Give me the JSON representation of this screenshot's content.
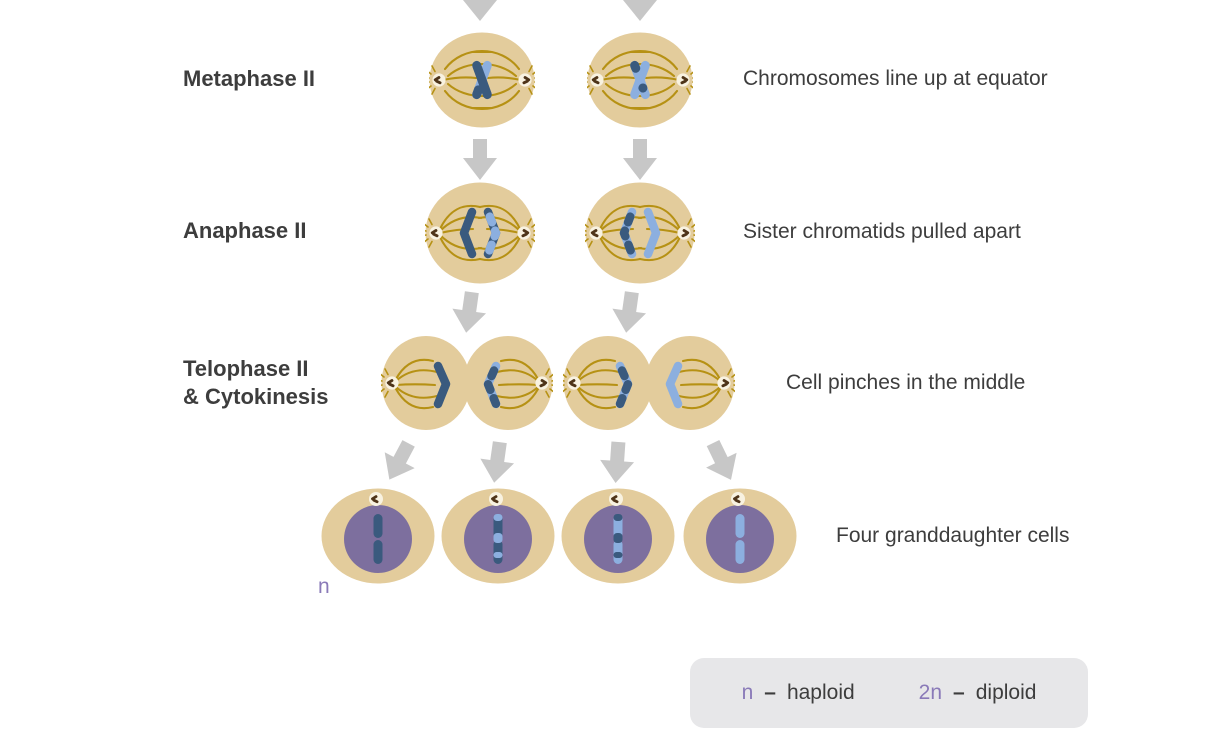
{
  "stages": [
    {
      "id": "metaphase-2",
      "label": "Metaphase II",
      "caption": "Chromosomes line up at equator"
    },
    {
      "id": "anaphase-2",
      "label": "Anaphase II",
      "caption": "Sister chromatids pulled apart"
    },
    {
      "id": "telophase-2",
      "label_line1": "Telophase II",
      "label_line2": "& Cytokinesis",
      "caption": "Cell pinches in the middle"
    },
    {
      "id": "granddaughter-cells",
      "caption": "Four granddaughter cells"
    }
  ],
  "ploidy_marker": "n",
  "legend": {
    "entries": [
      {
        "symbol": "n",
        "separator": "–",
        "term": "haploid"
      },
      {
        "symbol": "2n",
        "separator": "–",
        "term": "diploid"
      }
    ]
  },
  "icons": {
    "down_arrow": "block-arrow-down",
    "centrosome": "aster-starburst",
    "centriole": "paired-centriole-dots"
  },
  "colors": {
    "background": "#ffffff",
    "cell_tan": "#e3cc9c",
    "spindle_gold": "#b69114",
    "centrosome_cream": "#f8f2e1",
    "centriole_brown": "#4e3419",
    "chromosome_dark": "#3a5a7e",
    "chromosome_light": "#8cafdf",
    "nucleus_purple": "#7d6f9e",
    "ploidy_purple": "#8a7ab8",
    "arrow_grey": "#c7c7c7",
    "legend_bg": "#e7e7e9",
    "text_dark": "#3d3d3d"
  }
}
